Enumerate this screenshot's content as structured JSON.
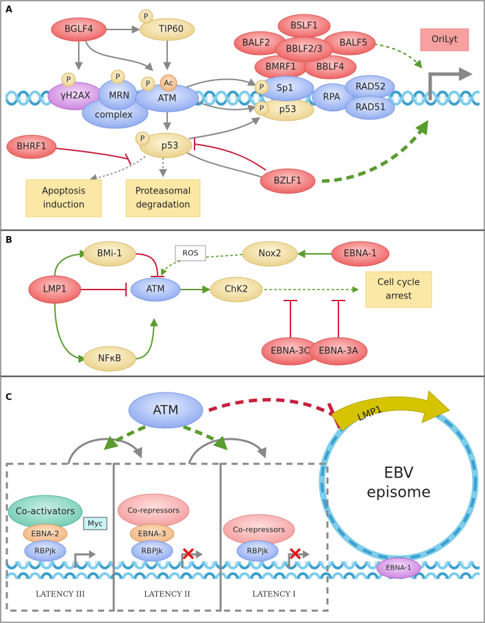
{
  "panelA": {
    "letter": "A",
    "nodes": {
      "bglf4": "BGLF4",
      "tip60": "TIP60",
      "p_tip60": "P",
      "gh2ax": "γH2AX",
      "p_gh2ax": "P",
      "mrn": "MRN",
      "complex": "complex",
      "p_mrn": "P",
      "atm": "ATM",
      "p_atm": "P",
      "ac": "Ac",
      "bslf1": "BSLF1",
      "balf2": "BALF2",
      "bblf23": "BBLF2/3",
      "balf5": "BALF5",
      "bmrf1": "BMRF1",
      "bblf4": "BBLF4",
      "sp1": "Sp1",
      "p_sp1": "P",
      "p53_dna": "p53",
      "p_p53_dna": "P",
      "rpa": "RPA",
      "rad52": "RAD52",
      "rad51": "RAD51",
      "orilyt": "OriLyt",
      "bhrf1": "BHRF1",
      "p53": "p53",
      "p_p53": "P",
      "bzlf1": "BZLF1",
      "apoptosis_line1": "Apoptosis",
      "apoptosis_line2": "induction",
      "proteasomal_line1": "Proteasomal",
      "proteasomal_line2": "degradation"
    }
  },
  "panelB": {
    "letter": "B",
    "nodes": {
      "bmi1": "BMi-1",
      "ros": "ROS",
      "nox2": "Nox2",
      "ebna1": "EBNA-1",
      "lmp1": "LMP1",
      "atm": "ATM",
      "chk2": "ChK2",
      "arrest_line1": "Cell cycle",
      "arrest_line2": "arrest",
      "nfkb": "NFκB",
      "ebna3c": "EBNA-3C",
      "ebna3a": "EBNA-3A"
    }
  },
  "panelC": {
    "letter": "C",
    "nodes": {
      "atm": "ATM",
      "lmp1": "LMP1",
      "episome_line1": "EBV",
      "episome_line2": "episome",
      "ebna1": "EBNA-1",
      "coactivators": "Co-activators",
      "ebna2": "EBNA-2",
      "rbpjk_3": "RBPjk",
      "myc": "Myc",
      "corepressors_2": "Co-repressors",
      "ebna3": "EBNA-3",
      "rbpjk_2": "RBPjk",
      "corepressors_1": "Co-repressors",
      "rbpjk_1": "RBPjk",
      "latency3": "LATENCY III",
      "latency2": "LATENCY II",
      "latency1": "LATENCY I"
    }
  },
  "colors": {
    "red_node": "#ef6f6f",
    "yellow_node": "#f2dd9b",
    "blue_node": "#a9bdf5",
    "purple_node": "#d79be6",
    "dna": "#5cb8dc",
    "green_arrow": "#5a9c2e",
    "red_inhibit": "#c8203e",
    "box_yellow": "#fbe8a6",
    "orilyt_box": "#f7a0a0"
  }
}
